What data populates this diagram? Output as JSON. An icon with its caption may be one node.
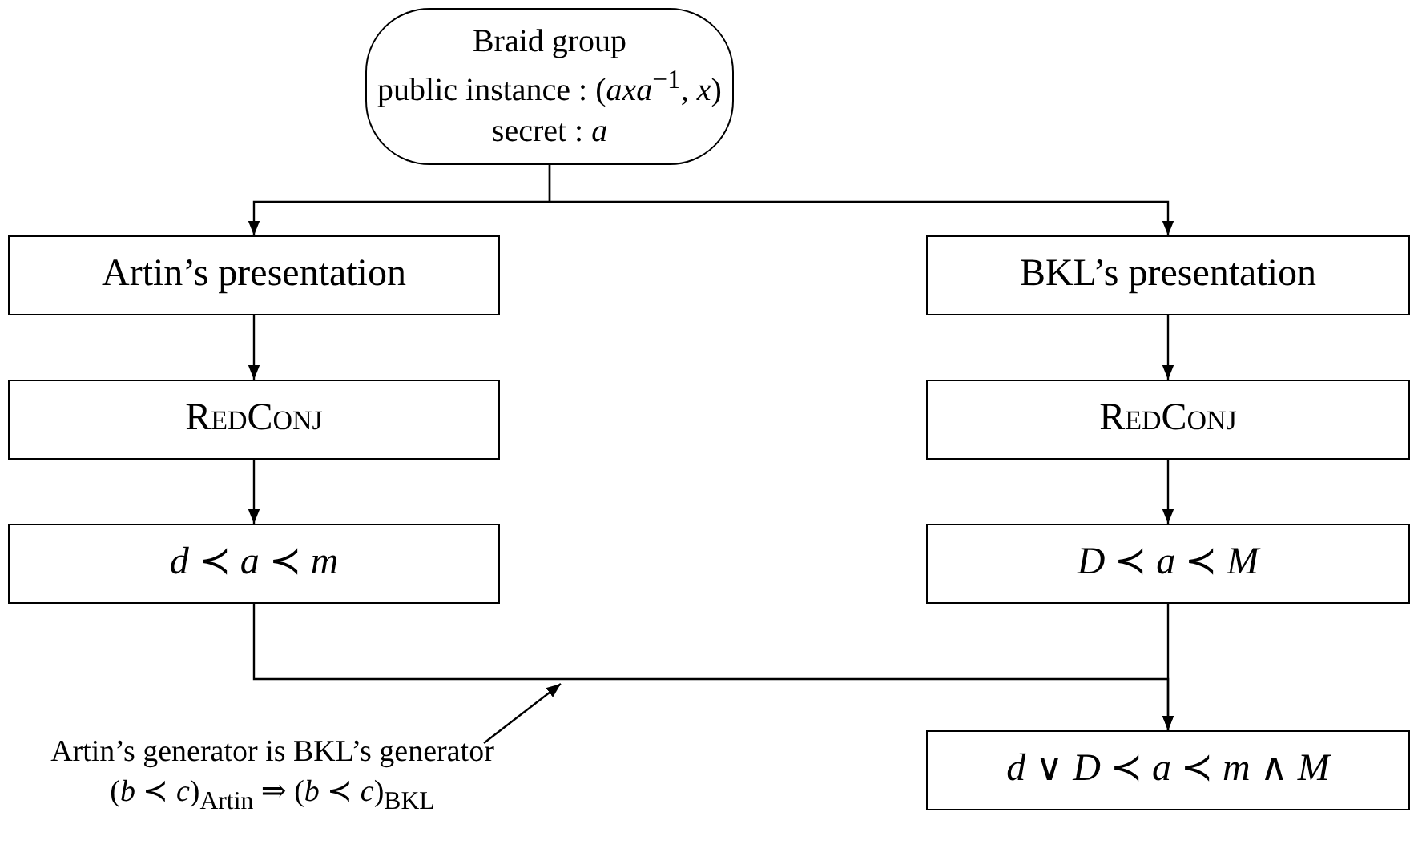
{
  "diagram": {
    "nodes": [
      {
        "text": [
          "Braid group",
          "public instance : (*axa*$^{−1}$, *x*)",
          "secret : *a*"
        ]
      },
      {
        "text": [
          "Artin’s presentation"
        ]
      },
      {
        "text": [
          "BKL’s presentation"
        ]
      },
      {
        "text": [
          "RedConj"
        ]
      },
      {
        "text": [
          "RedConj"
        ]
      },
      {
        "text": [
          "*d* ≺ *a* ≺ *m*"
        ]
      },
      {
        "text": [
          "*D* ≺ *a* ≺ *M*"
        ]
      },
      {
        "text": [
          "*d* ∨ *D* ≺ *a* ≺ *m* ∧ *M*"
        ]
      },
      {
        "text": [
          "Artin’s generator is BKL’s generator",
          "(*b* ≺ *c*)$_{Artin}$ ⇒ (*b* ≺ *c*)$_{BKL}$"
        ]
      }
    ],
    "edges": [
      {
        "from": 0,
        "to": 1,
        "arrow": "to"
      },
      {
        "from": 0,
        "to": 2,
        "arrow": "to"
      },
      {
        "from": 1,
        "to": 3,
        "arrow": "to"
      },
      {
        "from": 2,
        "to": 4,
        "arrow": "to"
      },
      {
        "from": 3,
        "to": 5,
        "arrow": "to"
      },
      {
        "from": 4,
        "to": 6,
        "arrow": "to"
      },
      {
        "from": 5,
        "to": 7,
        "arrow": "to"
      },
      {
        "from": 6,
        "to": 7,
        "arrow": "to"
      },
      {
        "from": 8,
        "to": null,
        "arrow": "to"
      }
    ]
  }
}
